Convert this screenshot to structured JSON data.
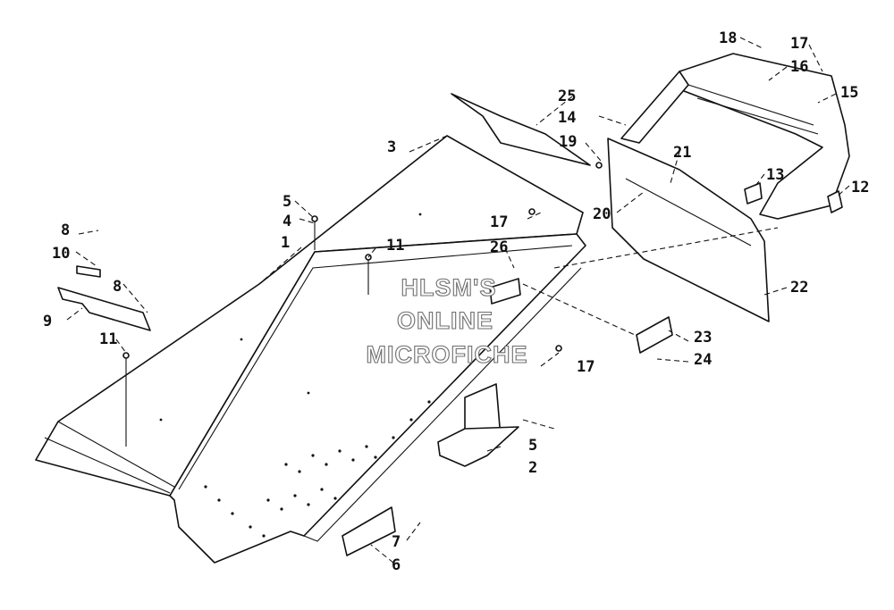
{
  "watermark": [
    "HLSM'S",
    "ONLINE",
    "MICROFICHE"
  ],
  "callouts": {
    "c1": "1",
    "c2": "2",
    "c3": "3",
    "c4": "4",
    "c5a": "5",
    "c5b": "5",
    "c6": "6",
    "c7": "7",
    "c8a": "8",
    "c8b": "8",
    "c9": "9",
    "c10": "10",
    "c11a": "11",
    "c11b": "11",
    "c12": "12",
    "c13": "13",
    "c14": "14",
    "c15": "15",
    "c16": "16",
    "c17a": "17",
    "c17b": "17",
    "c17c": "17",
    "c18": "18",
    "c19": "19",
    "c20": "20",
    "c21": "21",
    "c22": "22",
    "c23": "23",
    "c24": "24",
    "c25": "25",
    "c26": "26"
  }
}
